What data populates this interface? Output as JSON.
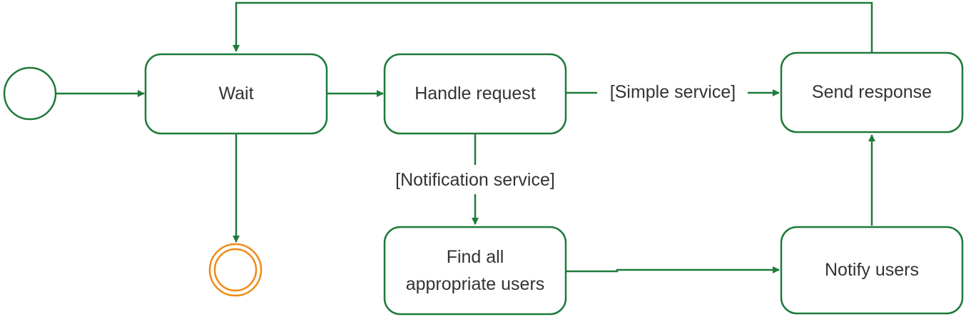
{
  "diagram": {
    "colors": {
      "node_stroke": "#1e7a3a",
      "edge": "#1e7a3a",
      "final_state": "#f08a16",
      "text": "#333333"
    },
    "nodes": {
      "wait": "Wait",
      "handle_request": "Handle request",
      "send_response": "Send response",
      "find_users_line1": "Find all",
      "find_users_line2": "appropriate users",
      "notify_users": "Notify users"
    },
    "guards": {
      "simple_service": "[Simple service]",
      "notification_service": "[Notification service]"
    }
  }
}
